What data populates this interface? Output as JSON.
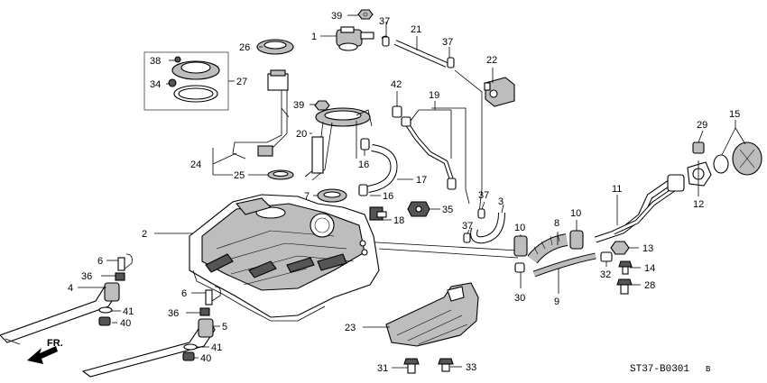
{
  "diagram_code": "ST37-B0301",
  "diagram_suffix": "B",
  "direction_label": "FR.",
  "callouts": [
    {
      "id": "c1",
      "label": "1"
    },
    {
      "id": "c2",
      "label": "2"
    },
    {
      "id": "c3",
      "label": "3"
    },
    {
      "id": "c4",
      "label": "4"
    },
    {
      "id": "c5",
      "label": "5"
    },
    {
      "id": "c6a",
      "label": "6"
    },
    {
      "id": "c6b",
      "label": "6"
    },
    {
      "id": "c7",
      "label": "7"
    },
    {
      "id": "c8",
      "label": "8"
    },
    {
      "id": "c9",
      "label": "9"
    },
    {
      "id": "c10a",
      "label": "10"
    },
    {
      "id": "c10b",
      "label": "10"
    },
    {
      "id": "c11",
      "label": "11"
    },
    {
      "id": "c12",
      "label": "12"
    },
    {
      "id": "c13",
      "label": "13"
    },
    {
      "id": "c14",
      "label": "14"
    },
    {
      "id": "c15",
      "label": "15"
    },
    {
      "id": "c16a",
      "label": "16"
    },
    {
      "id": "c16b",
      "label": "16"
    },
    {
      "id": "c17",
      "label": "17"
    },
    {
      "id": "c18",
      "label": "18"
    },
    {
      "id": "c19",
      "label": "19"
    },
    {
      "id": "c20",
      "label": "20"
    },
    {
      "id": "c21",
      "label": "21"
    },
    {
      "id": "c22",
      "label": "22"
    },
    {
      "id": "c23",
      "label": "23"
    },
    {
      "id": "c24",
      "label": "24"
    },
    {
      "id": "c25",
      "label": "25"
    },
    {
      "id": "c26",
      "label": "26"
    },
    {
      "id": "c27",
      "label": "27"
    },
    {
      "id": "c28",
      "label": "28"
    },
    {
      "id": "c29",
      "label": "29"
    },
    {
      "id": "c30",
      "label": "30"
    },
    {
      "id": "c31",
      "label": "31"
    },
    {
      "id": "c32",
      "label": "32"
    },
    {
      "id": "c33",
      "label": "33"
    },
    {
      "id": "c34",
      "label": "34"
    },
    {
      "id": "c35",
      "label": "35"
    },
    {
      "id": "c36a",
      "label": "36"
    },
    {
      "id": "c36b",
      "label": "36"
    },
    {
      "id": "c37a",
      "label": "37"
    },
    {
      "id": "c37b",
      "label": "37"
    },
    {
      "id": "c37c",
      "label": "37"
    },
    {
      "id": "c37d",
      "label": "37"
    },
    {
      "id": "c38",
      "label": "38"
    },
    {
      "id": "c39a",
      "label": "39"
    },
    {
      "id": "c39b",
      "label": "39"
    },
    {
      "id": "c40a",
      "label": "40"
    },
    {
      "id": "c40b",
      "label": "40"
    },
    {
      "id": "c41a",
      "label": "41"
    },
    {
      "id": "c41b",
      "label": "41"
    },
    {
      "id": "c42",
      "label": "42"
    }
  ]
}
